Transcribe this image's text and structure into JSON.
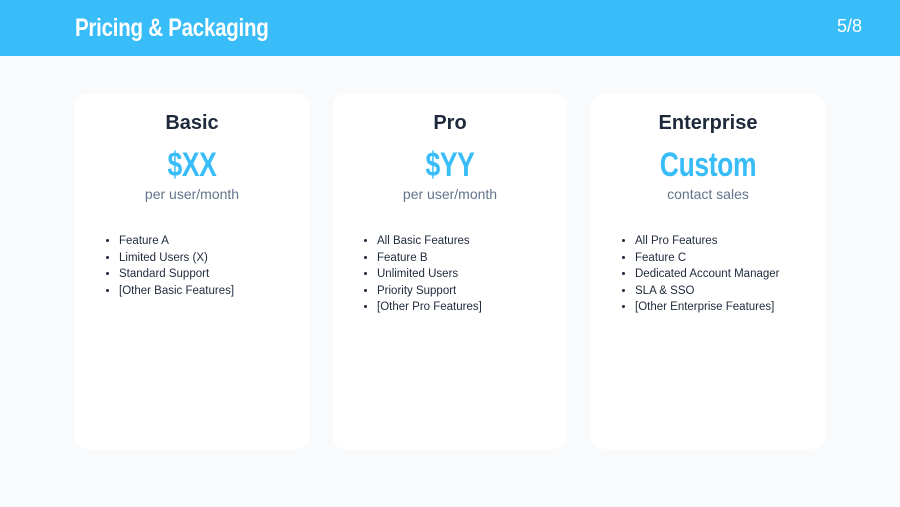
{
  "header": {
    "title": "Pricing & Packaging",
    "page_indicator": "5/8",
    "background_color": "#38BDF8"
  },
  "plans": [
    {
      "name": "Basic",
      "price": "$XX",
      "price_note": "per user/month",
      "features": [
        "Feature A",
        "Limited Users (X)",
        "Standard Support",
        "[Other Basic Features]"
      ]
    },
    {
      "name": "Pro",
      "price": "$YY",
      "price_note": "per user/month",
      "features": [
        "All Basic Features",
        "Feature B",
        "Unlimited Users",
        "Priority Support",
        "[Other Pro Features]"
      ]
    },
    {
      "name": "Enterprise",
      "price": "Custom",
      "price_note": "contact sales",
      "features": [
        "All Pro Features",
        "Feature C",
        "Dedicated Account Manager",
        "SLA & SSO",
        "[Other Enterprise Features]"
      ]
    }
  ],
  "colors": {
    "accent": "#38BDF8",
    "heading": "#1E293B",
    "muted": "#64748B",
    "background": "#F8FAFC",
    "card": "#FFFFFF"
  }
}
